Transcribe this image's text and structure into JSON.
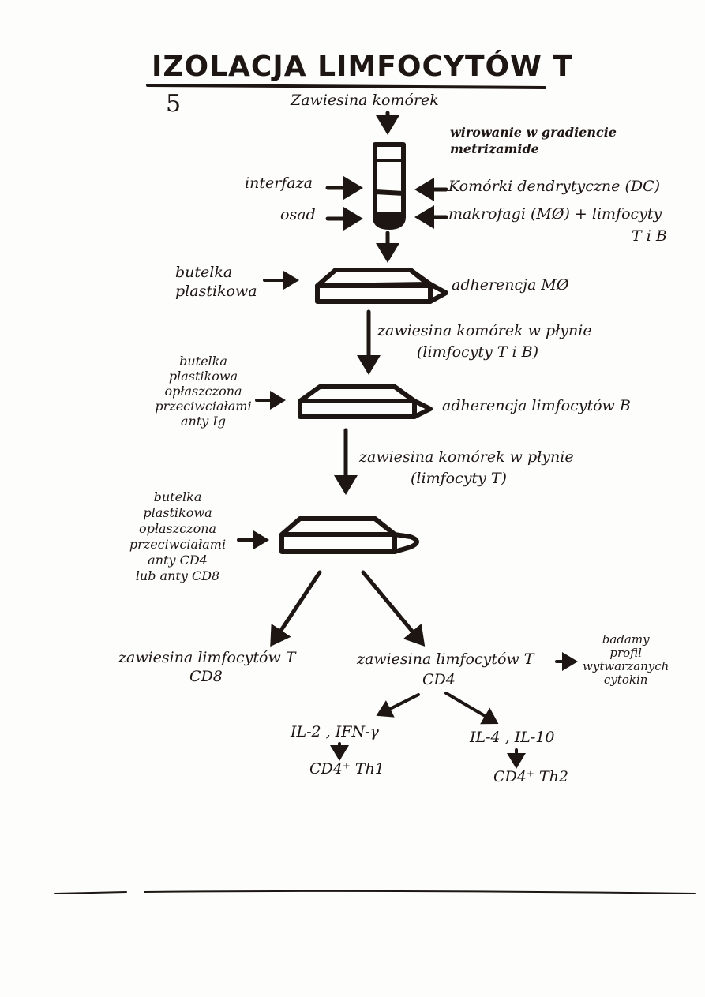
{
  "title": "IZOLACJA LIMFOCYTÓW T",
  "page_mark": "5",
  "step0": {
    "input": "Zawiesina komórek",
    "method_line1": "wirowanie w gradiencie",
    "method_line2": "metrizamide",
    "left_labels": [
      "interfaza",
      "osad"
    ],
    "right_label1": "Komórki dendrytyczne (DC)",
    "right_label2_line1": "makrofagi (MØ) + limfocyty",
    "right_label2_line2": "T i B"
  },
  "step1": {
    "bottle_line1": "butelka",
    "bottle_line2": "plastikowa",
    "result": "adherencja MØ",
    "output_line1": "zawiesina komórek w płynie",
    "output_line2": "(limfocyty T i B)"
  },
  "step2": {
    "bottle_lines": [
      "butelka",
      "plastikowa",
      "opłaszczona",
      "przeciwciałami",
      "anty Ig"
    ],
    "result": "adherencja limfocytów B",
    "output_line1": "zawiesina komórek w płynie",
    "output_line2": "(limfocyty T)"
  },
  "step3": {
    "bottle_lines": [
      "butelka",
      "plastikowa",
      "opłaszczona",
      "przeciwciałami",
      "anty CD4",
      "lub anty CD8"
    ]
  },
  "outputs": {
    "cd8_line1": "zawiesina limfocytów T",
    "cd8_line2": "CD8",
    "cd4_line1": "zawiesina limfocytów T",
    "cd4_line2": "CD4",
    "profile_lines": [
      "badamy",
      "profil",
      "wytwarzanych",
      "cytokin"
    ]
  },
  "th": {
    "th1_cytokines": "IL-2 , IFN-γ",
    "th1_cell": "CD4⁺ Th1",
    "th2_cytokines": "IL-4 , IL-10",
    "th2_cell": "CD4⁺ Th2"
  }
}
